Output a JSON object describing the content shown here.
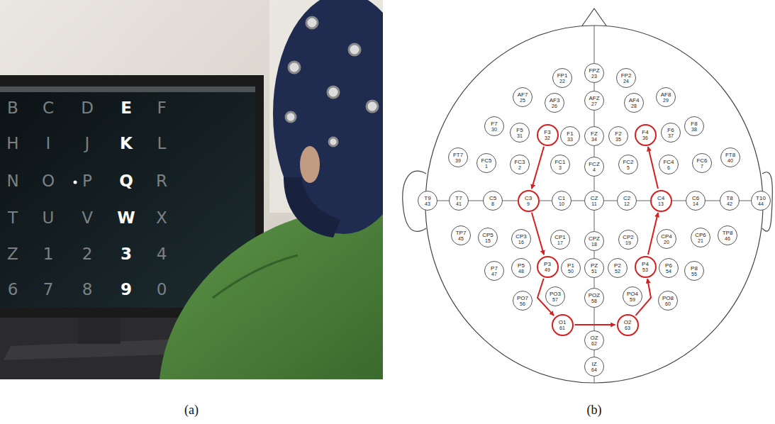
{
  "diagram": {
    "nodes": [
      {
        "text": [
          "FP1",
          "22"
        ]
      },
      {
        "text": [
          "FPZ",
          "23"
        ]
      },
      {
        "text": [
          "FP2",
          "24"
        ]
      },
      {
        "text": [
          "AF7",
          "25"
        ]
      },
      {
        "text": [
          "AF3",
          "26"
        ]
      },
      {
        "text": [
          "AFZ",
          "27"
        ]
      },
      {
        "text": [
          "AF4",
          "28"
        ]
      },
      {
        "text": [
          "AF8",
          "29"
        ]
      },
      {
        "text": [
          "F7",
          "30"
        ]
      },
      {
        "text": [
          "F5",
          "31"
        ]
      },
      {
        "text": [
          "F3",
          "32"
        ]
      },
      {
        "text": [
          "F1",
          "33"
        ]
      },
      {
        "text": [
          "FZ",
          "34"
        ]
      },
      {
        "text": [
          "F2",
          "35"
        ]
      },
      {
        "text": [
          "F4",
          "36"
        ]
      },
      {
        "text": [
          "F6",
          "37"
        ]
      },
      {
        "text": [
          "F8",
          "38"
        ]
      },
      {
        "text": [
          "FT7",
          "39"
        ]
      },
      {
        "text": [
          "FC5",
          "1"
        ]
      },
      {
        "text": [
          "FC3",
          "2"
        ]
      },
      {
        "text": [
          "FC1",
          "3"
        ]
      },
      {
        "text": [
          "FCZ",
          "4"
        ]
      },
      {
        "text": [
          "FC2",
          "5"
        ]
      },
      {
        "text": [
          "FC4",
          "6"
        ]
      },
      {
        "text": [
          "FC6",
          "7"
        ]
      },
      {
        "text": [
          "FT8",
          "40"
        ]
      },
      {
        "text": [
          "T9",
          "43"
        ]
      },
      {
        "text": [
          "T7",
          "41"
        ]
      },
      {
        "text": [
          "C5",
          "8"
        ]
      },
      {
        "text": [
          "C3",
          "9"
        ]
      },
      {
        "text": [
          "C1",
          "10"
        ]
      },
      {
        "text": [
          "CZ",
          "11"
        ]
      },
      {
        "text": [
          "C2",
          "12"
        ]
      },
      {
        "text": [
          "C4",
          "13"
        ]
      },
      {
        "text": [
          "C6",
          "14"
        ]
      },
      {
        "text": [
          "T8",
          "42"
        ]
      },
      {
        "text": [
          "T10",
          "44"
        ]
      },
      {
        "text": [
          "TP7",
          "45"
        ]
      },
      {
        "text": [
          "CP5",
          "15"
        ]
      },
      {
        "text": [
          "CP3",
          "16"
        ]
      },
      {
        "text": [
          "CP1",
          "17"
        ]
      },
      {
        "text": [
          "CPZ",
          "18"
        ]
      },
      {
        "text": [
          "CP2",
          "19"
        ]
      },
      {
        "text": [
          "CP4",
          "20"
        ]
      },
      {
        "text": [
          "CP6",
          "21"
        ]
      },
      {
        "text": [
          "TP8",
          "46"
        ]
      },
      {
        "text": [
          "P7",
          "47"
        ]
      },
      {
        "text": [
          "P5",
          "48"
        ]
      },
      {
        "text": [
          "P3",
          "49"
        ]
      },
      {
        "text": [
          "P1",
          "50"
        ]
      },
      {
        "text": [
          "PZ",
          "51"
        ]
      },
      {
        "text": [
          "P2",
          "52"
        ]
      },
      {
        "text": [
          "P4",
          "53"
        ]
      },
      {
        "text": [
          "P6",
          "54"
        ]
      },
      {
        "text": [
          "P8",
          "55"
        ]
      },
      {
        "text": [
          "PO7",
          "56"
        ]
      },
      {
        "text": [
          "PO3",
          "57"
        ]
      },
      {
        "text": [
          "POZ",
          "58"
        ]
      },
      {
        "text": [
          "PO4",
          "59"
        ]
      },
      {
        "text": [
          "PO8",
          "60"
        ]
      },
      {
        "text": [
          "O1",
          "61"
        ]
      },
      {
        "text": [
          "OZ",
          "62"
        ]
      },
      {
        "text": [
          "O2",
          "63"
        ]
      },
      {
        "text": [
          "IZ",
          "64"
        ]
      }
    ],
    "edges": [
      {
        "from": 10,
        "to": 29,
        "arrow": "to"
      },
      {
        "from": 29,
        "to": 48,
        "arrow": "to"
      },
      {
        "from": 48,
        "to": 60,
        "arrow": "to"
      },
      {
        "from": 60,
        "to": 62,
        "arrow": "to"
      },
      {
        "from": 62,
        "to": 52,
        "arrow": "to"
      },
      {
        "from": 52,
        "to": 33,
        "arrow": "to"
      },
      {
        "from": 33,
        "to": 14,
        "arrow": "to"
      }
    ],
    "labels": [
      "B",
      "C",
      "D",
      "E",
      "F",
      "H",
      "I",
      "J",
      "K",
      "L",
      "N",
      "O",
      "P",
      "Q",
      "R",
      "T",
      "U",
      "V",
      "W",
      "X",
      "Z",
      "1",
      "2",
      "3",
      "4",
      "6",
      "7",
      "8",
      "9",
      "0",
      "(a)",
      "(b)"
    ]
  }
}
